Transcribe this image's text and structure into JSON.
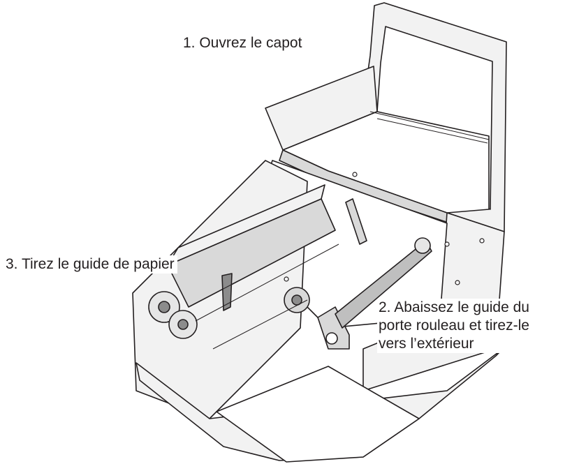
{
  "callouts": {
    "step1": "1. Ouvrez le capot",
    "step2_line1": "2. Abaissez le guide du",
    "step2_line2": "porte rouleau et tirez-le",
    "step2_line3": "vers l’extérieur",
    "step3": "3. Tirez le guide de papier"
  },
  "colors": {
    "line": "#231f20",
    "body": "#f2f2f2",
    "shadow": "#d9d9d9",
    "dark": "#8c8c8c"
  }
}
